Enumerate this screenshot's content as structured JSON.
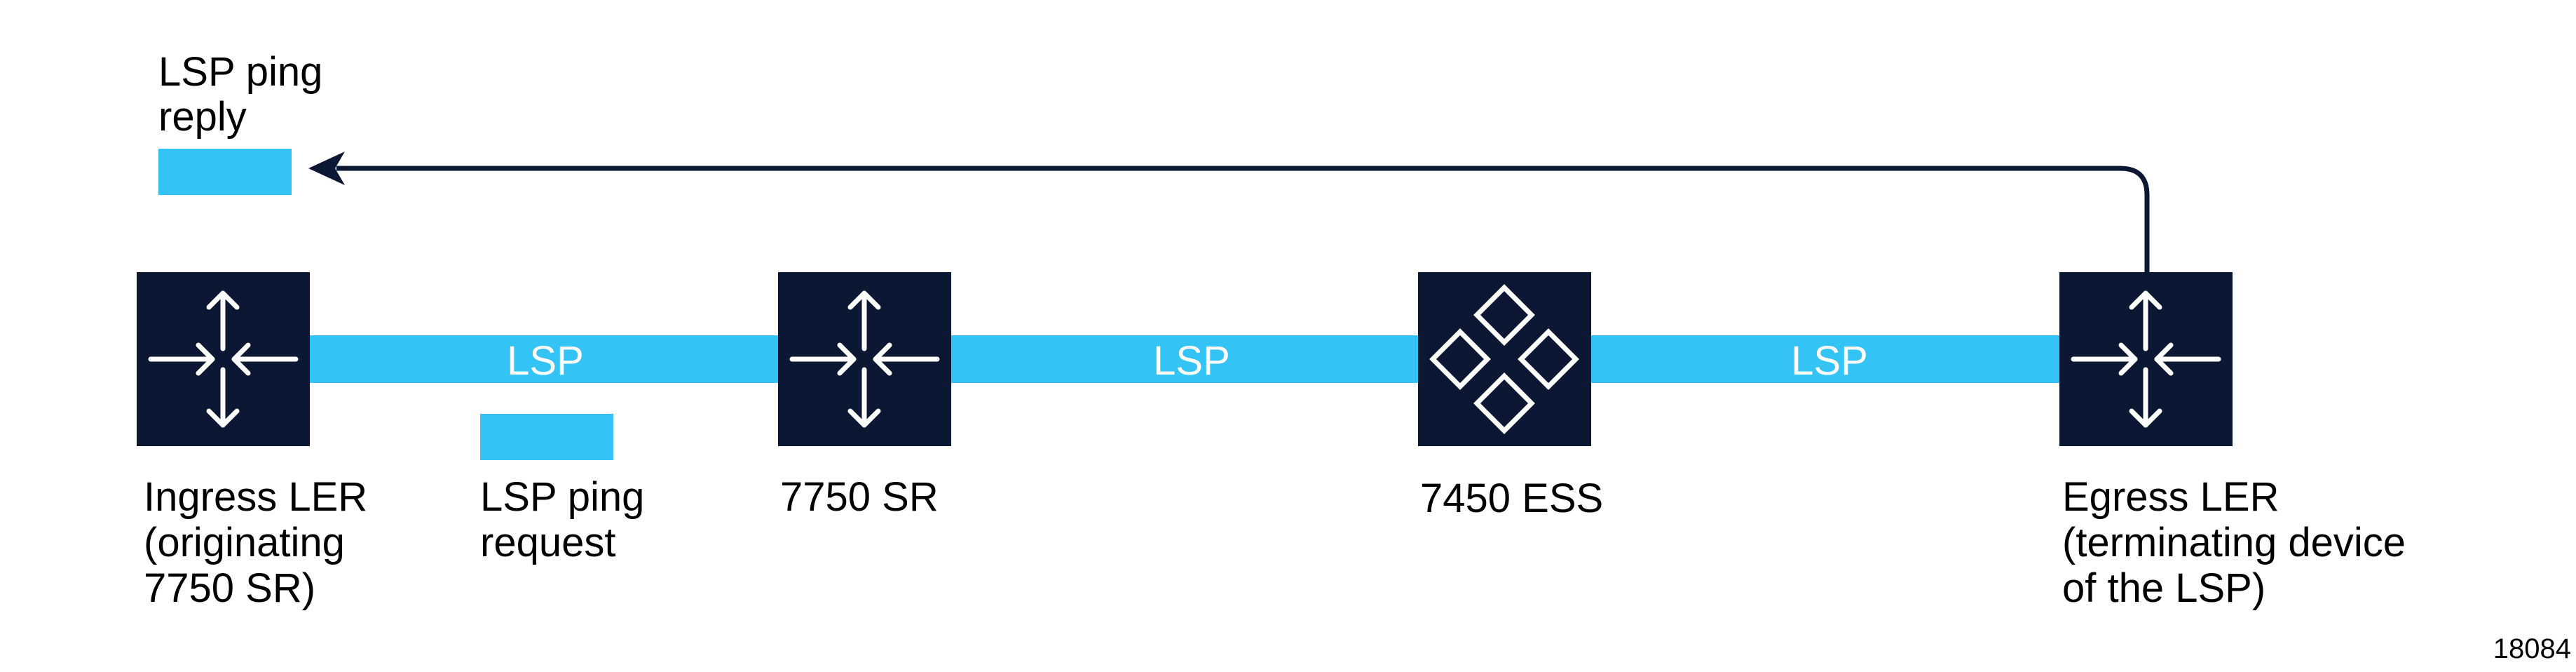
{
  "colors": {
    "lsp_path": "#33c4f5",
    "node_fill": "#0b1733",
    "arrow": "#0b1733",
    "icon_stroke": "#ffffff",
    "background": "#ffffff"
  },
  "reply": {
    "label_lines": [
      "LSP ping",
      "reply"
    ],
    "icon": "arrow-left-head-icon"
  },
  "request": {
    "label_lines": [
      "LSP ping",
      "request"
    ]
  },
  "segments": [
    {
      "label": "LSP"
    },
    {
      "label": "LSP"
    },
    {
      "label": "LSP"
    }
  ],
  "nodes": [
    {
      "id": "ingress-ler",
      "icon": "router-icon",
      "label_lines": [
        "Ingress LER",
        "(originating",
        "7750 SR)"
      ]
    },
    {
      "id": "sr-7750",
      "icon": "router-icon",
      "label_lines": [
        "7750 SR"
      ]
    },
    {
      "id": "ess-7450",
      "icon": "switch-icon",
      "label_lines": [
        "7450 ESS"
      ]
    },
    {
      "id": "egress-ler",
      "icon": "router-icon",
      "label_lines": [
        "Egress LER",
        "(terminating device",
        "of the LSP)"
      ]
    }
  ],
  "figure_id": "18084"
}
